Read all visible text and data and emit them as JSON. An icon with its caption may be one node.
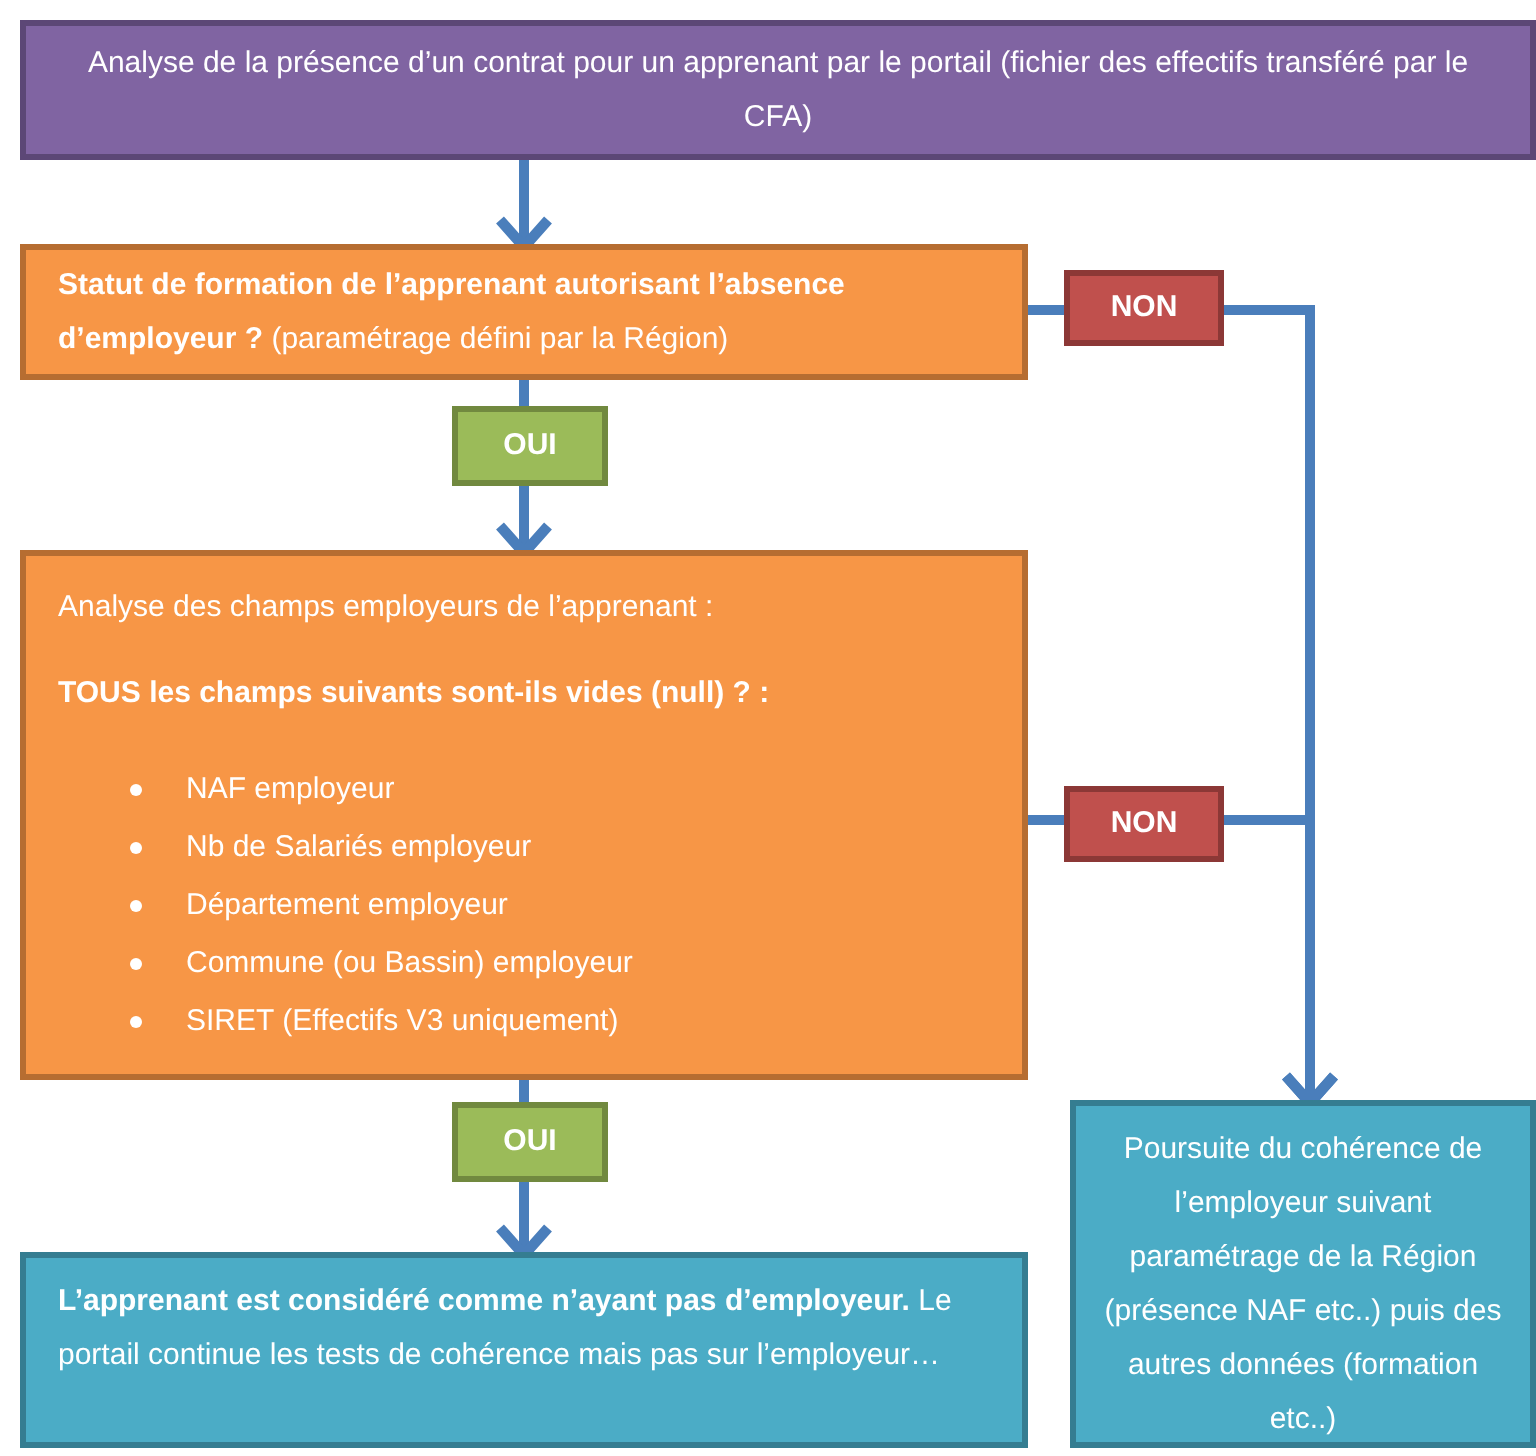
{
  "diagram": {
    "nodes": [
      {
        "text": [
          "Analyse de la présence d’un contrat pour un apprenant par le portail (fichier des effectifs transféré par le CFA)"
        ]
      },
      {
        "text": [
          "**Statut de formation de l’apprenant autorisant l’absence d’employeur ?** (paramétrage défini par la Région)"
        ]
      },
      {
        "text": [
          "Analyse des champs employeurs de l’apprenant :",
          "TOUS les champs suivants sont-ils vides (null) ? :",
          "NAF employeur",
          "Nb de Salariés employeur",
          "Département employeur",
          "Commune (ou Bassin) employeur",
          "SIRET (Effectifs V3 uniquement)"
        ]
      },
      {
        "text": [
          "**L’apprenant est considéré comme n’ayant pas d’employeur.** Le portail continue les tests de cohérence mais pas sur l’employeur…"
        ]
      },
      {
        "text": [
          "Poursuite du cohérence de l’employeur suivant paramétrage de la Région (présence NAF etc..) puis des autres données (formation etc..)"
        ]
      }
    ],
    "edges": [
      {
        "from": 0,
        "to": 1,
        "arrow": "to"
      },
      {
        "from": 1,
        "to": 2,
        "arrow": "to",
        "label": "OUI"
      },
      {
        "from": 1,
        "to": 4,
        "arrow": "to",
        "label": "NON"
      },
      {
        "from": 2,
        "to": 4,
        "arrow": "to",
        "label": "NON"
      },
      {
        "from": 2,
        "to": 3,
        "arrow": "to",
        "label": "OUI"
      }
    ]
  }
}
